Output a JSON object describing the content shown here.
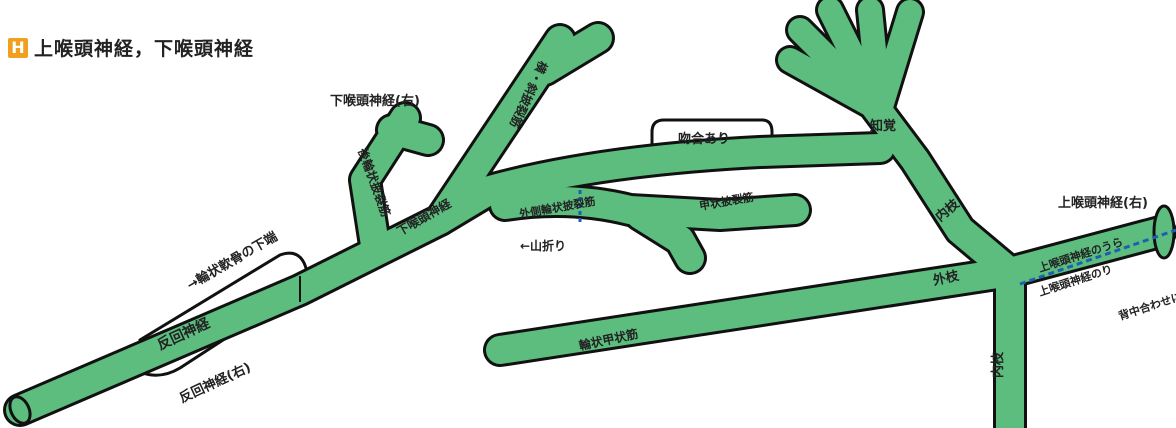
{
  "header": {
    "box_letter": "H",
    "title": "上喉頭神経，下喉頭神経"
  },
  "captions": {
    "lower_right": "下喉頭神経(右)",
    "upper_right": "上喉頭神経(右)",
    "recurrent_right": "反回神経(右)"
  },
  "labels": {
    "recurrent": "反回神経",
    "cricoid_note": "→輪状軟骨の下端",
    "posterior_cricoarytenoid": "後輪状披裂筋",
    "transverse_oblique": "横・斜披裂筋",
    "lower_laryngeal": "下喉頭神経",
    "anastomosis": "吻合あり",
    "thyroarytenoid": "甲状披裂筋",
    "lateral_cricoarytenoid": "外側輪状披裂筋",
    "valley_fold": "←山折り",
    "cricothyroid": "輪状甲状筋",
    "sensory": "知覚",
    "internal_branch_upper": "内枝",
    "internal_branch": "内枝",
    "external_branch": "外枝",
    "upper_laryngeal_valley": "上喉頭神経のうら",
    "upper_laryngeal_paste": "上喉頭神経のり",
    "back_paste": "背中合わせに貼る"
  },
  "colors": {
    "nerve_fill": "#5cbd7e",
    "outline": "#111111",
    "accent": "#f0a01e",
    "fold_line": "#1f5fb0"
  }
}
